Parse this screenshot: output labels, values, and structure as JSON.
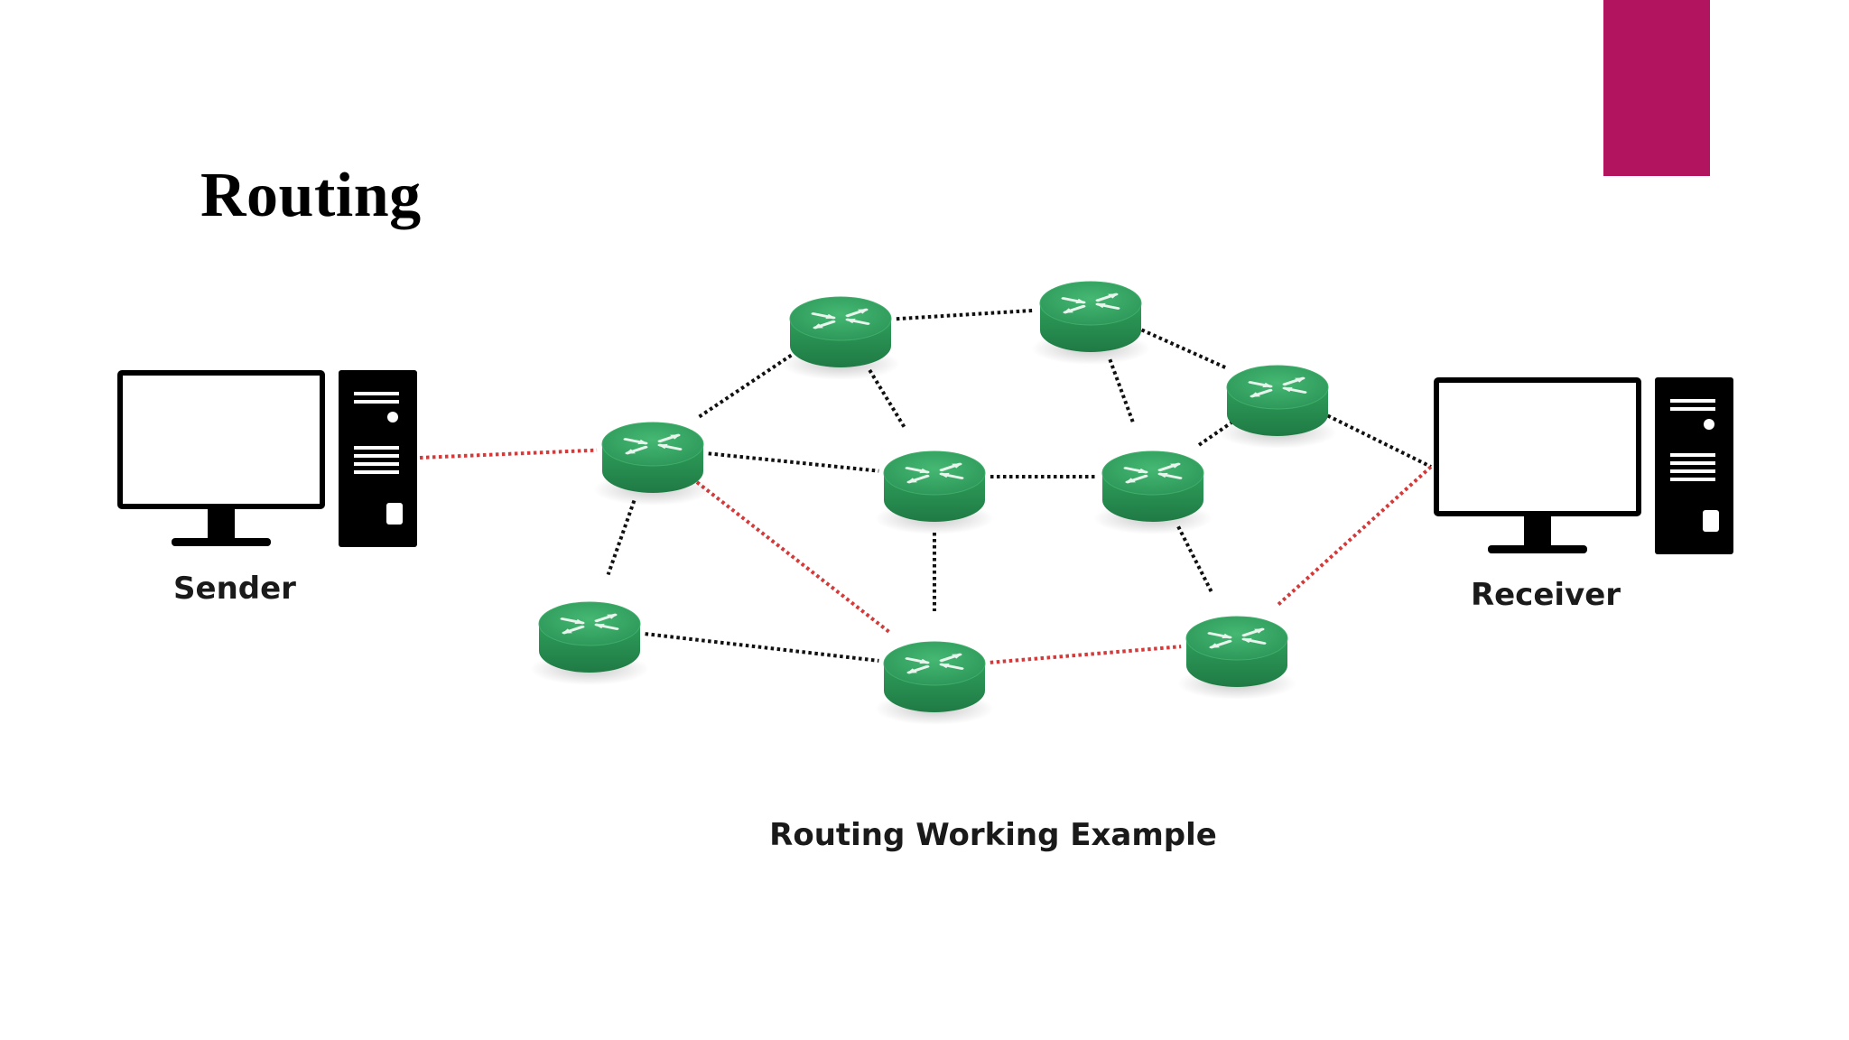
{
  "slide": {
    "title": "Routing",
    "accent_color": "#b3145f"
  },
  "diagram": {
    "caption": "Routing Working Example",
    "router_color": "#2e9e5b",
    "router_icon": "router-arrows-icon",
    "link_color_default": "#111111",
    "link_color_route": "#d43a3a",
    "devices": [
      {
        "id": "sender",
        "label": "Sender",
        "icon": "desktop-computer-icon"
      },
      {
        "id": "receiver",
        "label": "Receiver",
        "icon": "desktop-computer-icon"
      }
    ],
    "routers": [
      {
        "id": "r1"
      },
      {
        "id": "r2"
      },
      {
        "id": "r3"
      },
      {
        "id": "r4"
      },
      {
        "id": "r5"
      },
      {
        "id": "r6"
      },
      {
        "id": "r7"
      },
      {
        "id": "r8"
      },
      {
        "id": "r9"
      },
      {
        "id": "r10"
      }
    ],
    "links": [
      {
        "from": "sender",
        "to": "r1",
        "route": true
      },
      {
        "from": "r1",
        "to": "r2",
        "route": false
      },
      {
        "from": "r2",
        "to": "r3",
        "route": false
      },
      {
        "from": "r3",
        "to": "r4",
        "route": false
      },
      {
        "from": "r4",
        "to": "receiver",
        "route": false
      },
      {
        "from": "r1",
        "to": "r5",
        "route": false
      },
      {
        "from": "r2",
        "to": "r5",
        "route": false
      },
      {
        "from": "r5",
        "to": "r6",
        "route": false
      },
      {
        "from": "r3",
        "to": "r6",
        "route": false
      },
      {
        "from": "r6",
        "to": "r4",
        "route": false
      },
      {
        "from": "r1",
        "to": "r7",
        "route": false
      },
      {
        "from": "r7",
        "to": "r8",
        "route": false
      },
      {
        "from": "r5",
        "to": "r8",
        "route": false
      },
      {
        "from": "r1",
        "to": "r8",
        "route": true
      },
      {
        "from": "r8",
        "to": "r9",
        "route": true
      },
      {
        "from": "r6",
        "to": "r9",
        "route": false
      },
      {
        "from": "r9",
        "to": "receiver",
        "route": true
      }
    ]
  }
}
